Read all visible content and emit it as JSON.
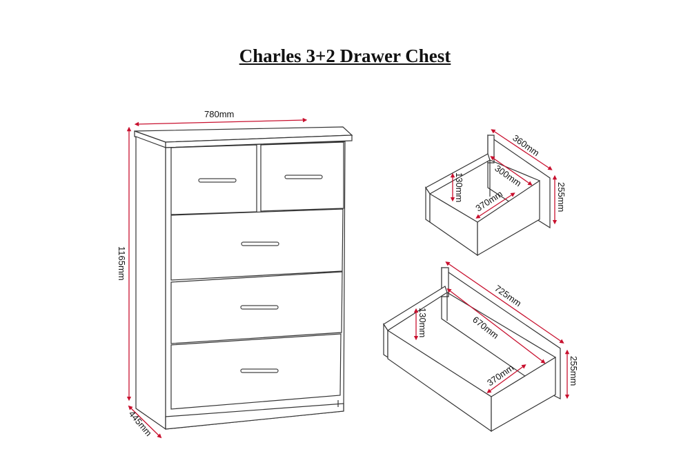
{
  "title": "Charles 3+2 Drawer Chest",
  "colors": {
    "dimension_arrow": "#c8102e",
    "outline": "#333333"
  },
  "chest_dimensions": {
    "width": "780mm",
    "height": "1165mm",
    "depth": "445mm"
  },
  "small_drawer": {
    "outer_depth": "360mm",
    "inner_depth": "300mm",
    "inner_height": "130mm",
    "inner_width": "370mm",
    "front_height": "255mm"
  },
  "large_drawer": {
    "outer_width": "725mm",
    "inner_width": "670mm",
    "inner_height": "130mm",
    "inner_depth": "370mm",
    "front_height": "255mm"
  }
}
